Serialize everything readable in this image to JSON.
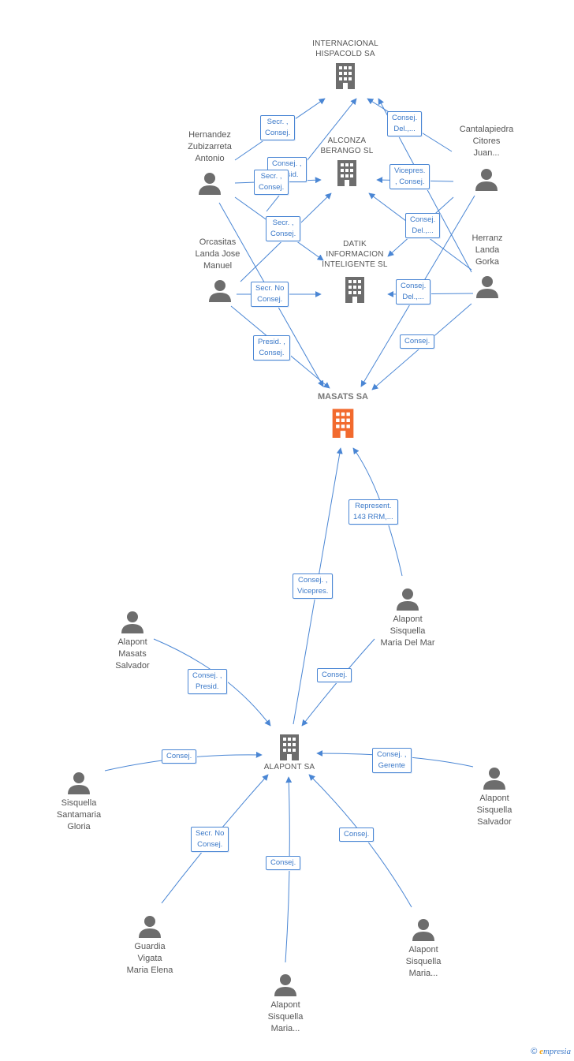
{
  "colors": {
    "edge": "#4a86d4",
    "icon": "#6d6d6d",
    "main_icon": "#f26a2e"
  },
  "companies": [
    {
      "id": "hispacold",
      "label": "INTERNACIONAL\nHISPACOLD SA",
      "icon": "building-icon"
    },
    {
      "id": "alconza",
      "label": "ALCONZA\nBERANGO SL",
      "icon": "building-icon"
    },
    {
      "id": "datik",
      "label": "DATIK\nINFORMACION\nINTELIGENTE SL",
      "icon": "building-icon"
    },
    {
      "id": "masats",
      "label": "MASATS SA",
      "icon": "building-icon",
      "main": true
    },
    {
      "id": "alapont_sa",
      "label": "ALAPONT SA",
      "icon": "building-icon"
    }
  ],
  "persons": [
    {
      "id": "hernandez",
      "label": "Hernandez\nZubizarreta\nAntonio",
      "icon": "person-icon"
    },
    {
      "id": "cantalapiedra",
      "label": "Cantalapiedra\nCitores\nJuan...",
      "icon": "person-icon"
    },
    {
      "id": "orcasitas",
      "label": "Orcasitas\nLanda Jose\nManuel",
      "icon": "person-icon"
    },
    {
      "id": "herranz",
      "label": "Herranz\nLanda\nGorka",
      "icon": "person-icon"
    },
    {
      "id": "alapont_mm",
      "label": "Alapont\nSisquella\nMaria Del Mar",
      "icon": "person-icon"
    },
    {
      "id": "alapont_ms",
      "label": "Alapont\nMasats\nSalvador",
      "icon": "person-icon"
    },
    {
      "id": "sisquella_g",
      "label": "Sisquella\nSantamaria\nGloria",
      "icon": "person-icon"
    },
    {
      "id": "alapont_ss",
      "label": "Alapont\nSisquella\nSalvador",
      "icon": "person-icon"
    },
    {
      "id": "guardia",
      "label": "Guardia\nVigata\nMaria Elena",
      "icon": "person-icon"
    },
    {
      "id": "alapont_m2",
      "label": "Alapont\nSisquella\nMaria...",
      "icon": "person-icon"
    },
    {
      "id": "alapont_m1",
      "label": "Alapont\nSisquella\nMaria...",
      "icon": "person-icon"
    }
  ],
  "edge_labels": [
    "Secr. ,\nConsej.",
    "Consej.\nDel.,...",
    "Consej. ,\nPresid.",
    "Secr. ,\nConsej.",
    "Vicepres.\n, Consej.",
    "Secr. ,\nConsej.",
    "Consej.\nDel.,...",
    "Secr. No\nConsej.",
    "Consej.\nDel.,...",
    "Presid. ,\nConsej.",
    "Consej.",
    "Represent.\n143 RRM,...",
    "Consej. ,\nVicepres.",
    "Consej. ,\nPresid.",
    "Consej.",
    "Consej.",
    "Consej. ,\nGerente",
    "Secr. No\nConsej.",
    "Consej.",
    "Consej."
  ],
  "footer": {
    "copyright": "©",
    "brand_e": "e",
    "brand_rest": "mpresia"
  }
}
